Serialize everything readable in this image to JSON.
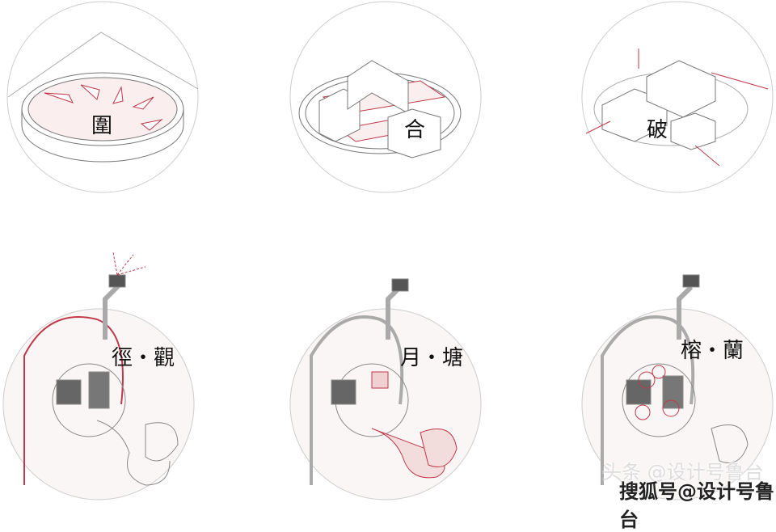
{
  "panels": [
    {
      "label": "圍"
    },
    {
      "label": "合"
    },
    {
      "label": "破"
    },
    {
      "label": "徑・觀"
    },
    {
      "label": "月・塘"
    },
    {
      "label": "榕・蘭"
    }
  ],
  "watermarks": {
    "back": "头条 @设计号鲁台",
    "front": "搜狐号@设计号鲁台"
  },
  "colors": {
    "accent": "#c0384a",
    "line": "#888888",
    "fill": "#555555"
  }
}
